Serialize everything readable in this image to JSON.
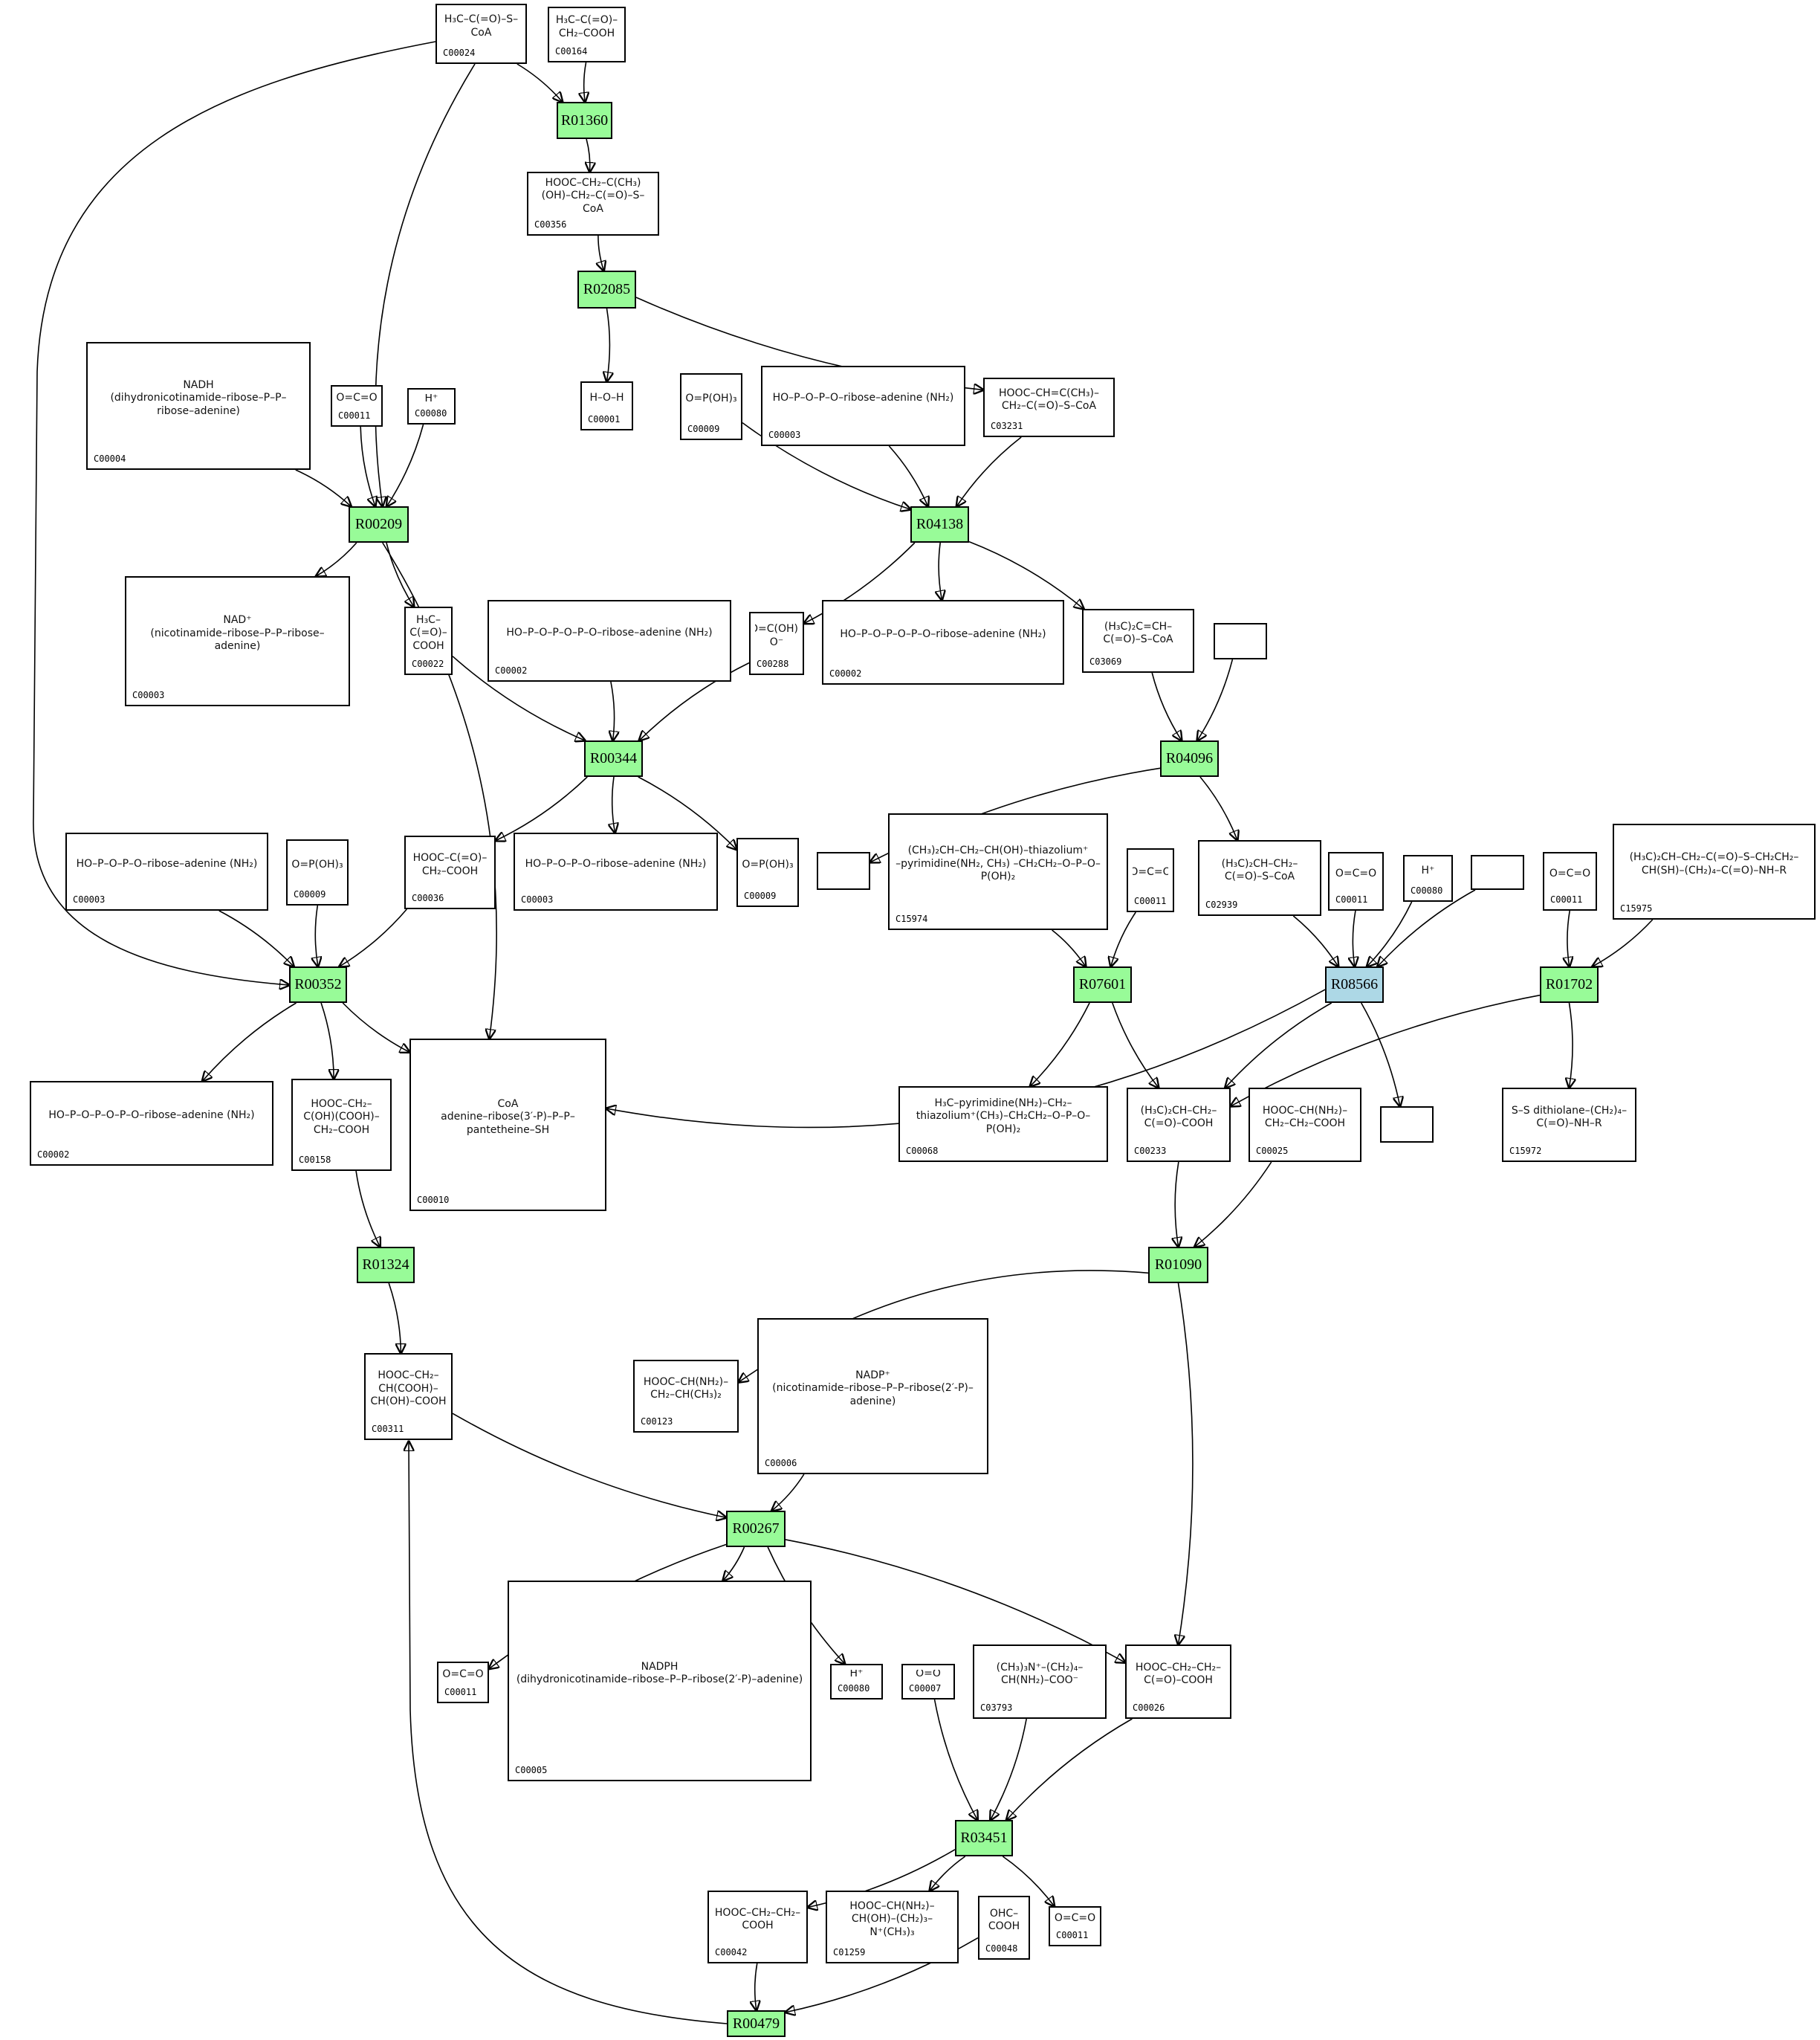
{
  "diagram": {
    "type": "KEGG reaction network",
    "colors": {
      "reaction": "#98fb98",
      "highlighted_reaction": "#add8e6",
      "compound": "#ffffff",
      "edge": "#000000"
    },
    "reactions": [
      {
        "id": "R01360",
        "label": "R01360",
        "color": "green"
      },
      {
        "id": "R02085",
        "label": "R02085",
        "color": "green"
      },
      {
        "id": "R00209",
        "label": "R00209",
        "color": "green"
      },
      {
        "id": "R04138",
        "label": "R04138",
        "color": "green"
      },
      {
        "id": "R00344",
        "label": "R00344",
        "color": "green"
      },
      {
        "id": "R04096",
        "label": "R04096",
        "color": "green"
      },
      {
        "id": "R00352",
        "label": "R00352",
        "color": "green"
      },
      {
        "id": "R07601",
        "label": "R07601",
        "color": "green"
      },
      {
        "id": "R08566",
        "label": "R08566",
        "color": "blue"
      },
      {
        "id": "R01702",
        "label": "R01702",
        "color": "green"
      },
      {
        "id": "R01324",
        "label": "R01324",
        "color": "green"
      },
      {
        "id": "R01090",
        "label": "R01090",
        "color": "green"
      },
      {
        "id": "R00267",
        "label": "R00267",
        "color": "green"
      },
      {
        "id": "R03451",
        "label": "R03451",
        "color": "green"
      },
      {
        "id": "R00479",
        "label": "R00479",
        "color": "green"
      }
    ],
    "compounds": [
      {
        "key": "C00024",
        "label": "C00024",
        "structure": "H₃C–C(=O)–S–CoA"
      },
      {
        "key": "C00164",
        "label": "C00164",
        "structure": "H₃C–C(=O)–CH₂–COOH"
      },
      {
        "key": "C00356",
        "label": "C00356",
        "structure": "HOOC–CH₂–C(CH₃)(OH)–CH₂–C(=O)–S–CoA"
      },
      {
        "key": "C00001",
        "label": "C00001",
        "structure": "H–O–H"
      },
      {
        "key": "C00004",
        "label": "C00004",
        "structure": "NADH\n(dihydronicotinamide–ribose–P–P–ribose–adenine)"
      },
      {
        "key": "C00011a",
        "label": "C00011",
        "structure": "O=C=O"
      },
      {
        "key": "C00080a",
        "label": "C00080",
        "structure": "H⁺"
      },
      {
        "key": "C00009a",
        "label": "C00009",
        "structure": "O=P(OH)₃"
      },
      {
        "key": "C00003a",
        "label": "C00003",
        "structure": "HO–P–O–P–O–ribose–adenine (NH₂)"
      },
      {
        "key": "C03231",
        "label": "C03231",
        "structure": "HOOC–CH=C(CH₃)–CH₂–C(=O)–S–CoA"
      },
      {
        "key": "C00003b",
        "label": "C00003",
        "structure": "NAD⁺\n(nicotinamide–ribose–P–P–ribose–adenine)"
      },
      {
        "key": "C00022",
        "label": "C00022",
        "structure": "H₃C–C(=O)–COOH"
      },
      {
        "key": "C00002a",
        "label": "C00002",
        "structure": "HO–P–O–P–O–P–O–ribose–adenine (NH₂)"
      },
      {
        "key": "C00288",
        "label": "C00288",
        "structure": "O=C(OH)–O⁻"
      },
      {
        "key": "C00002b",
        "label": "C00002",
        "structure": "HO–P–O–P–O–P–O–ribose–adenine (NH₂)"
      },
      {
        "key": "C03069",
        "label": "C03069",
        "structure": "(H₃C)₂C=CH–C(=O)–S–CoA"
      },
      {
        "key": "blank1",
        "label": "",
        "structure": ""
      },
      {
        "key": "C00003c",
        "label": "C00003",
        "structure": "HO–P–O–P–O–ribose–adenine (NH₂)"
      },
      {
        "key": "C00009b",
        "label": "C00009",
        "structure": "O=P(OH)₃"
      },
      {
        "key": "C00036",
        "label": "C00036",
        "structure": "HOOC–C(=O)–CH₂–COOH"
      },
      {
        "key": "C00003d",
        "label": "C00003",
        "structure": "HO–P–O–P–O–ribose–adenine (NH₂)"
      },
      {
        "key": "C00009c",
        "label": "C00009",
        "structure": "O=P(OH)₃"
      },
      {
        "key": "blank2",
        "label": "",
        "structure": ""
      },
      {
        "key": "C15974",
        "label": "C15974",
        "structure": "(CH₃)₂CH–CH₂–CH(OH)–thiazolium⁺\n–pyrimidine(NH₂, CH₃) –CH₂CH₂–O–P–O–P(OH)₂"
      },
      {
        "key": "C00011b",
        "label": "C00011",
        "structure": "O=C=O"
      },
      {
        "key": "C02939",
        "label": "C02939",
        "structure": "(H₃C)₂CH–CH₂–C(=O)–S–CoA"
      },
      {
        "key": "C00011c",
        "label": "C00011",
        "structure": "O=C=O"
      },
      {
        "key": "C00080b",
        "label": "C00080",
        "structure": "H⁺"
      },
      {
        "key": "blank3",
        "label": "",
        "structure": ""
      },
      {
        "key": "C00011d",
        "label": "C00011",
        "structure": "O=C=O"
      },
      {
        "key": "C15975",
        "label": "C15975",
        "structure": "(H₃C)₂CH–CH₂–C(=O)–S–CH₂CH₂–CH(SH)–(CH₂)₄–C(=O)–NH–R"
      },
      {
        "key": "C00002c",
        "label": "C00002",
        "structure": "HO–P–O–P–O–P–O–ribose–adenine (NH₂)"
      },
      {
        "key": "C00158",
        "label": "C00158",
        "structure": "HOOC–CH₂–C(OH)(COOH)–CH₂–COOH"
      },
      {
        "key": "C00010",
        "label": "C00010",
        "structure": "CoA\nadenine–ribose(3′-P)–P–P–pantetheine–SH"
      },
      {
        "key": "C00068",
        "label": "C00068",
        "structure": "H₃C–pyrimidine(NH₂)–CH₂–thiazolium⁺(CH₃)–CH₂CH₂–O–P–O–P(OH)₂"
      },
      {
        "key": "C00233",
        "label": "C00233",
        "structure": "(H₃C)₂CH–CH₂–C(=O)–COOH"
      },
      {
        "key": "C00025",
        "label": "C00025",
        "structure": "HOOC–CH(NH₂)–CH₂–CH₂–COOH"
      },
      {
        "key": "blank4",
        "label": "",
        "structure": ""
      },
      {
        "key": "C15972",
        "label": "C15972",
        "structure": "S–S dithiolane–(CH₂)₄–C(=O)–NH–R"
      },
      {
        "key": "C00123",
        "label": "C00123",
        "structure": "HOOC–CH(NH₂)–CH₂–CH(CH₃)₂"
      },
      {
        "key": "C00006",
        "label": "C00006",
        "structure": "NADP⁺\n(nicotinamide–ribose–P–P–ribose(2′-P)–adenine)"
      },
      {
        "key": "C00311",
        "label": "C00311",
        "structure": "HOOC–CH₂–CH(COOH)–CH(OH)–COOH"
      },
      {
        "key": "C00011e",
        "label": "C00011",
        "structure": "O=C=O"
      },
      {
        "key": "C00005",
        "label": "C00005",
        "structure": "NADPH\n(dihydronicotinamide–ribose–P–P–ribose(2′-P)–adenine)"
      },
      {
        "key": "C00080c",
        "label": "C00080",
        "structure": "H⁺"
      },
      {
        "key": "C00007",
        "label": "C00007",
        "structure": "O=O"
      },
      {
        "key": "C03793",
        "label": "C03793",
        "structure": "(CH₃)₃N⁺–(CH₂)₄–CH(NH₂)–COO⁻"
      },
      {
        "key": "C00026",
        "label": "C00026",
        "structure": "HOOC–CH₂–CH₂–C(=O)–COOH"
      },
      {
        "key": "C00042",
        "label": "C00042",
        "structure": "HOOC–CH₂–CH₂–COOH"
      },
      {
        "key": "C01259",
        "label": "C01259",
        "structure": "HOOC–CH(NH₂)–CH(OH)–(CH₂)₃–N⁺(CH₃)₃"
      },
      {
        "key": "C00048",
        "label": "C00048",
        "structure": "OHC–COOH"
      },
      {
        "key": "C00011f",
        "label": "C00011",
        "structure": "O=C=O"
      }
    ],
    "edges": [
      [
        "C00024",
        "R01360"
      ],
      [
        "C00164",
        "R01360"
      ],
      [
        "R01360",
        "C00356"
      ],
      [
        "C00356",
        "R02085"
      ],
      [
        "R02085",
        "C00001"
      ],
      [
        "R02085",
        "C03231"
      ],
      [
        "C00004",
        "R00209"
      ],
      [
        "C00011a",
        "R00209"
      ],
      [
        "C00080a",
        "R00209"
      ],
      [
        "C00024",
        "R00209"
      ],
      [
        "R00209",
        "C00003b"
      ],
      [
        "R00209",
        "C00022"
      ],
      [
        "R00209",
        "C00010"
      ],
      [
        "C00009a",
        "R04138"
      ],
      [
        "C00003a",
        "R04138"
      ],
      [
        "C03231",
        "R04138"
      ],
      [
        "R04138",
        "C00288"
      ],
      [
        "R04138",
        "C00002b"
      ],
      [
        "R04138",
        "C03069"
      ],
      [
        "C00022",
        "R00344"
      ],
      [
        "C00002a",
        "R00344"
      ],
      [
        "C00288",
        "R00344"
      ],
      [
        "R00344",
        "C00036"
      ],
      [
        "R00344",
        "C00003d"
      ],
      [
        "R00344",
        "C00009c"
      ],
      [
        "C03069",
        "R04096"
      ],
      [
        "blank1",
        "R04096"
      ],
      [
        "R04096",
        "blank2"
      ],
      [
        "R04096",
        "C02939"
      ],
      [
        "C00024",
        "R00352"
      ],
      [
        "C00003c",
        "R00352"
      ],
      [
        "C00009b",
        "R00352"
      ],
      [
        "C00036",
        "R00352"
      ],
      [
        "R00352",
        "C00002c"
      ],
      [
        "R00352",
        "C00158"
      ],
      [
        "R00352",
        "C00010"
      ],
      [
        "C15974",
        "R07601"
      ],
      [
        "C00011b",
        "R07601"
      ],
      [
        "R07601",
        "C00068"
      ],
      [
        "R07601",
        "C00233"
      ],
      [
        "C02939",
        "R08566"
      ],
      [
        "C00011c",
        "R08566"
      ],
      [
        "C00080b",
        "R08566"
      ],
      [
        "blank3",
        "R08566"
      ],
      [
        "R08566",
        "C00010"
      ],
      [
        "R08566",
        "C00233"
      ],
      [
        "R08566",
        "blank4"
      ],
      [
        "C00011d",
        "R01702"
      ],
      [
        "C15975",
        "R01702"
      ],
      [
        "R01702",
        "C00233"
      ],
      [
        "R01702",
        "C15972"
      ],
      [
        "C00158",
        "R01324"
      ],
      [
        "R01324",
        "C00311"
      ],
      [
        "C00233",
        "R01090"
      ],
      [
        "C00025",
        "R01090"
      ],
      [
        "R01090",
        "C00123"
      ],
      [
        "R01090",
        "C00026"
      ],
      [
        "C00311",
        "R00267"
      ],
      [
        "C00006",
        "R00267"
      ],
      [
        "R00267",
        "C00011e"
      ],
      [
        "R00267",
        "C00005"
      ],
      [
        "R00267",
        "C00080c"
      ],
      [
        "R00267",
        "C00026"
      ],
      [
        "C00007",
        "R03451"
      ],
      [
        "C03793",
        "R03451"
      ],
      [
        "C00026",
        "R03451"
      ],
      [
        "R03451",
        "C00042"
      ],
      [
        "R03451",
        "C01259"
      ],
      [
        "R03451",
        "C00011f"
      ],
      [
        "C00042",
        "R00479"
      ],
      [
        "C00048",
        "R00479"
      ],
      [
        "R00479",
        "C00311"
      ]
    ]
  }
}
